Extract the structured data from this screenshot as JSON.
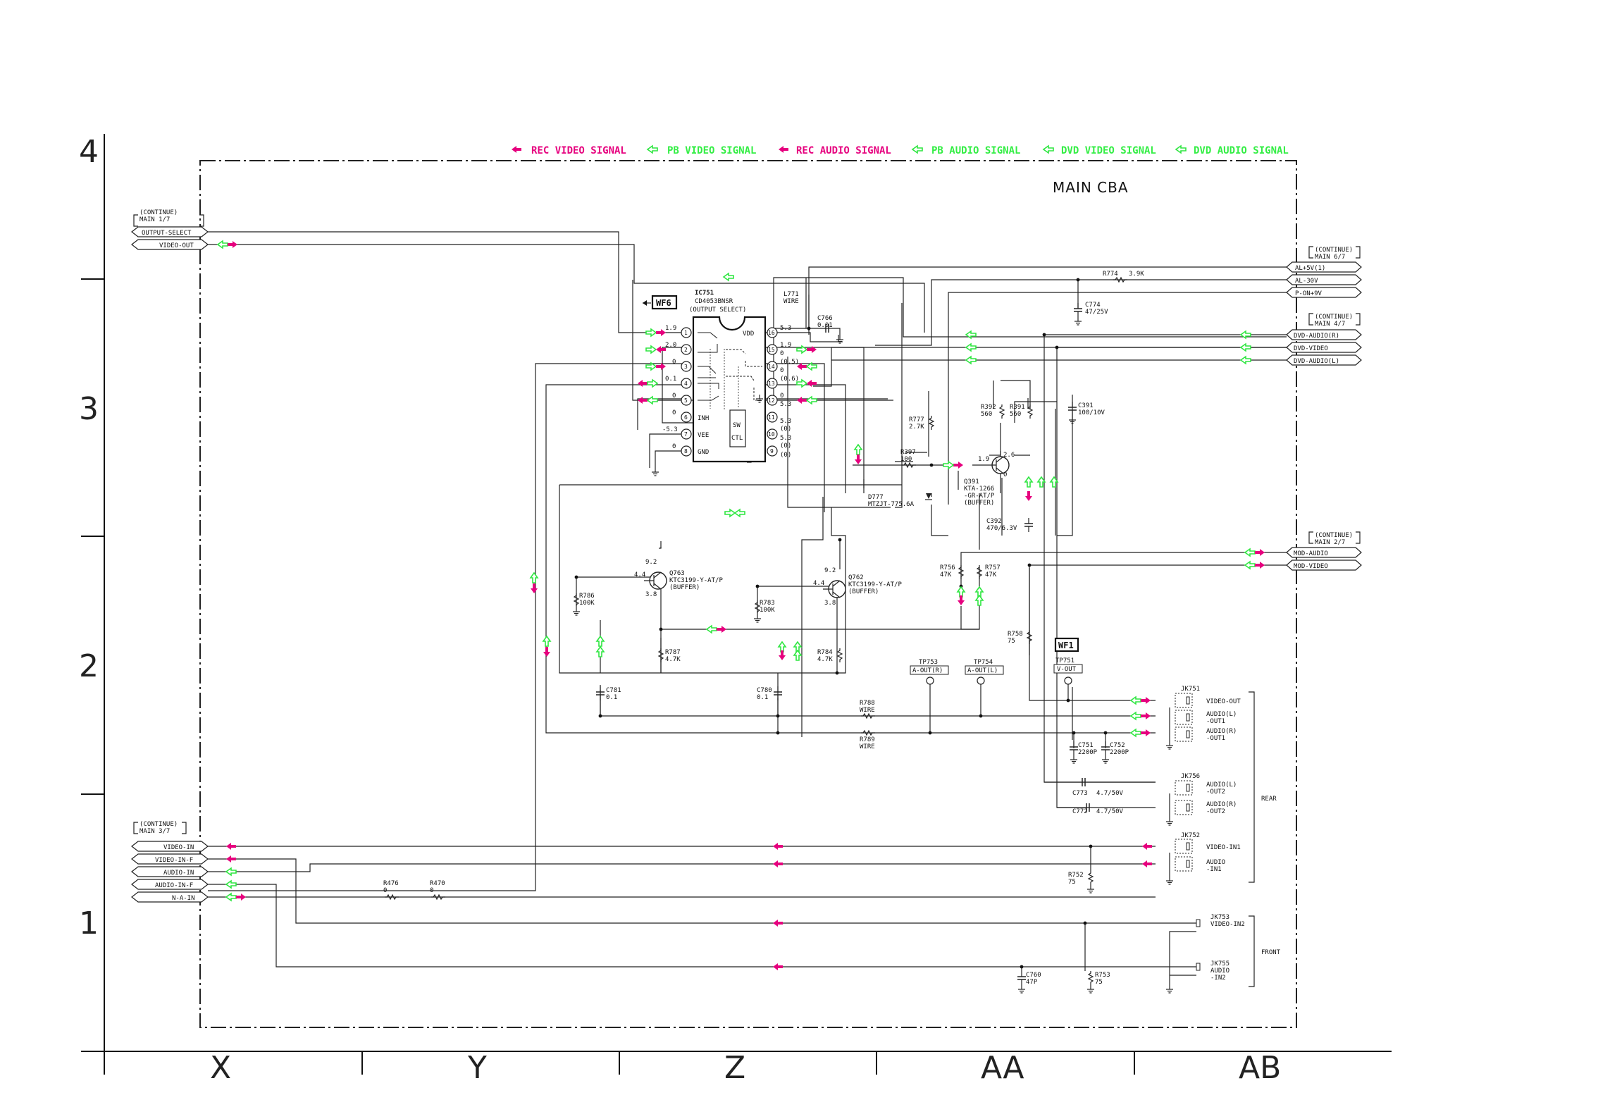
{
  "legend": {
    "rec_video": {
      "label": "REC VIDEO SIGNAL",
      "color": "#e6007e"
    },
    "pb_video": {
      "label": "PB VIDEO SIGNAL",
      "color": "#33ee44"
    },
    "rec_audio": {
      "label": "REC AUDIO SIGNAL",
      "color": "#e6007e"
    },
    "pb_audio": {
      "label": "PB AUDIO SIGNAL",
      "color": "#33ee44"
    },
    "dvd_video": {
      "label": "DVD VIDEO SIGNAL",
      "color": "#33ee44"
    },
    "dvd_audio": {
      "label": "DVD AUDIO SIGNAL",
      "color": "#33ee44"
    }
  },
  "board_title": "MAIN CBA",
  "grid": {
    "rows": [
      "4",
      "3",
      "2",
      "1"
    ],
    "columns": [
      "X",
      "Y",
      "Z",
      "AA",
      "AB"
    ]
  },
  "connectors": {
    "main17": {
      "continue": "(CONTINUE)",
      "ref": "MAIN 1/7",
      "pins": [
        "OUTPUT-SELECT",
        "VIDEO-OUT"
      ]
    },
    "main67": {
      "continue": "(CONTINUE)",
      "ref": "MAIN 6/7",
      "pins": [
        "AL+5V(1)",
        "AL-30V",
        "P-ON+9V"
      ]
    },
    "main47": {
      "continue": "(CONTINUE)",
      "ref": "MAIN 4/7",
      "pins": [
        "DVD-AUDIO(R)",
        "DVD-VIDEO",
        "DVD-AUDIO(L)"
      ]
    },
    "main27": {
      "continue": "(CONTINUE)",
      "ref": "MAIN 2/7",
      "pins": [
        "MOD-AUDIO",
        "MOD-VIDEO"
      ]
    },
    "main37": {
      "continue": "(CONTINUE)",
      "ref": "MAIN 3/7",
      "pins": [
        "VIDEO-IN",
        "VIDEO-IN-F",
        "AUDIO-IN",
        "AUDIO-IN-F",
        "N-A-IN"
      ]
    }
  },
  "ic751": {
    "ref": "IC751",
    "part": "CD4053BNSR",
    "function": "(OUTPUT SELECT)",
    "left_pins": [
      {
        "num": "1",
        "name": "",
        "v": "1.9"
      },
      {
        "num": "2",
        "name": "",
        "v": "2.0"
      },
      {
        "num": "3",
        "name": "",
        "v": "0"
      },
      {
        "num": "4",
        "name": "",
        "v": "0.1"
      },
      {
        "num": "5",
        "name": "",
        "v": "0"
      },
      {
        "num": "6",
        "name": "INH",
        "v": "0"
      },
      {
        "num": "7",
        "name": "VEE",
        "v": "-5.3"
      },
      {
        "num": "8",
        "name": "GND",
        "v": "0"
      }
    ],
    "right_pins": [
      {
        "num": "16",
        "name": "VDD",
        "v": "5.3"
      },
      {
        "num": "15",
        "name": "",
        "v": "1.9"
      },
      {
        "num": "14",
        "name": "",
        "v": "0"
      },
      {
        "num": "13",
        "name": "",
        "v": "0"
      },
      {
        "num": "12",
        "name": "",
        "v": "0"
      },
      {
        "num": "11",
        "name": "",
        "v": "5.3"
      },
      {
        "num": "10",
        "name": "",
        "v": "5.3"
      },
      {
        "num": "9",
        "name": "",
        "v": "(0)"
      }
    ],
    "extra_volts": {
      "p14b": "(0.5)",
      "p13b": "(0.6)",
      "p12b": "5.3",
      "p11b": "(0)",
      "p10b": "(0)"
    },
    "sw_label": "SW",
    "ctl_label": "CTL"
  },
  "waveforms": {
    "wf6": "WF6",
    "wf1": "WF1"
  },
  "parts": {
    "l771": {
      "ref": "L771",
      "val": "WIRE"
    },
    "c766": {
      "ref": "C766",
      "val": "0.01"
    },
    "r774": {
      "ref": "R774",
      "val": "3.9K"
    },
    "c774": {
      "ref": "C774",
      "val": "47/25V"
    },
    "r777": {
      "ref": "R777",
      "val": "2.7K"
    },
    "r392": {
      "ref": "R392",
      "val": "560"
    },
    "r391": {
      "ref": "R391",
      "val": "560"
    },
    "c391": {
      "ref": "C391",
      "val": "100/10V"
    },
    "r397": {
      "ref": "R397",
      "val": "100"
    },
    "q391": {
      "ref": "Q391",
      "part": "KTA-1266",
      "part2": "-GR-AT/P",
      "func": "(BUFFER)",
      "v_b": "1.9",
      "v_e": "2.6",
      "v_c": "0"
    },
    "d777": {
      "ref": "D777",
      "val": "MTZJT-775.6A"
    },
    "c392": {
      "ref": "C392",
      "val": "470/6.3V"
    },
    "q763": {
      "ref": "Q763",
      "part": "KTC3199-Y-AT/P",
      "func": "(BUFFER)",
      "v_c": "9.2",
      "v_b": "4.4",
      "v_e": "3.8"
    },
    "q762": {
      "ref": "Q762",
      "part": "KTC3199-Y-AT/P",
      "func": "(BUFFER)",
      "v_c": "9.2",
      "v_b": "4.4",
      "v_e": "3.8"
    },
    "r786": {
      "ref": "R786",
      "val": "100K"
    },
    "r783": {
      "ref": "R783",
      "val": "100K"
    },
    "r756": {
      "ref": "R756",
      "val": "47K"
    },
    "r757": {
      "ref": "R757",
      "val": "47K"
    },
    "r758": {
      "ref": "R758",
      "val": "75"
    },
    "r787": {
      "ref": "R787",
      "val": "4.7K"
    },
    "r784": {
      "ref": "R784",
      "val": "4.7K"
    },
    "c781": {
      "ref": "C781",
      "val": "0.1"
    },
    "c780": {
      "ref": "C780",
      "val": "0.1"
    },
    "r788": {
      "ref": "R788",
      "val": "WIRE"
    },
    "r789": {
      "ref": "R789",
      "val": "WIRE"
    },
    "tp753": {
      "ref": "TP753",
      "val": "A-OUT(R)"
    },
    "tp754": {
      "ref": "TP754",
      "val": "A-OUT(L)"
    },
    "tp751": {
      "ref": "TP751",
      "val": "V-OUT"
    },
    "c751": {
      "ref": "C751",
      "val": "2200P"
    },
    "c752": {
      "ref": "C752",
      "val": "2200P"
    },
    "c773": {
      "ref": "C773",
      "val": "4.7/50V"
    },
    "c772": {
      "ref": "C772",
      "val": "4.7/50V"
    },
    "r752": {
      "ref": "R752",
      "val": "75"
    },
    "r476": {
      "ref": "R476",
      "val": "0"
    },
    "r470": {
      "ref": "R470",
      "val": "0"
    },
    "c760": {
      "ref": "C760",
      "val": "47P"
    },
    "r753": {
      "ref": "R753",
      "val": "75"
    }
  },
  "jacks": {
    "jk751": {
      "ref": "JK751",
      "labels": [
        "VIDEO-OUT",
        "AUDIO(L)",
        "-OUT1",
        "AUDIO(R)",
        "-OUT1"
      ]
    },
    "jk756": {
      "ref": "JK756",
      "labels": [
        "AUDIO(L)",
        "-OUT2",
        "AUDIO(R)",
        "-OUT2"
      ]
    },
    "jk752": {
      "ref": "JK752",
      "labels": [
        "VIDEO-IN1",
        "AUDIO",
        "-IN1"
      ]
    },
    "jk753": {
      "ref": "JK753",
      "labels": [
        "VIDEO-IN2"
      ]
    },
    "jk755": {
      "ref": "JK755",
      "labels": [
        "AUDIO",
        "-IN2"
      ]
    },
    "rear": "REAR",
    "front": "FRONT"
  }
}
